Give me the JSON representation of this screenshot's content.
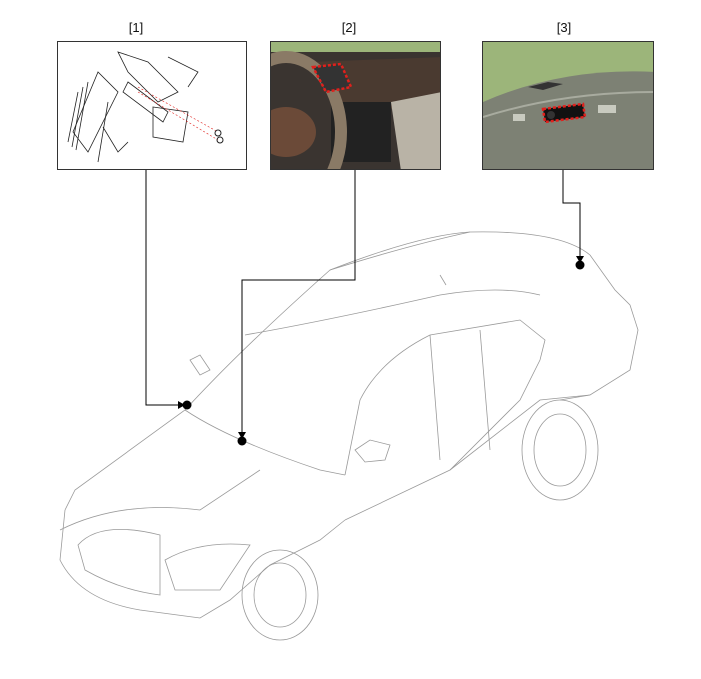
{
  "callouts": [
    {
      "label": "[1]"
    },
    {
      "label": "[2]"
    },
    {
      "label": "[3]"
    }
  ],
  "colors": {
    "highlight": "#e0201c",
    "photo_bg": "#9cb57a",
    "line": "#000000"
  }
}
